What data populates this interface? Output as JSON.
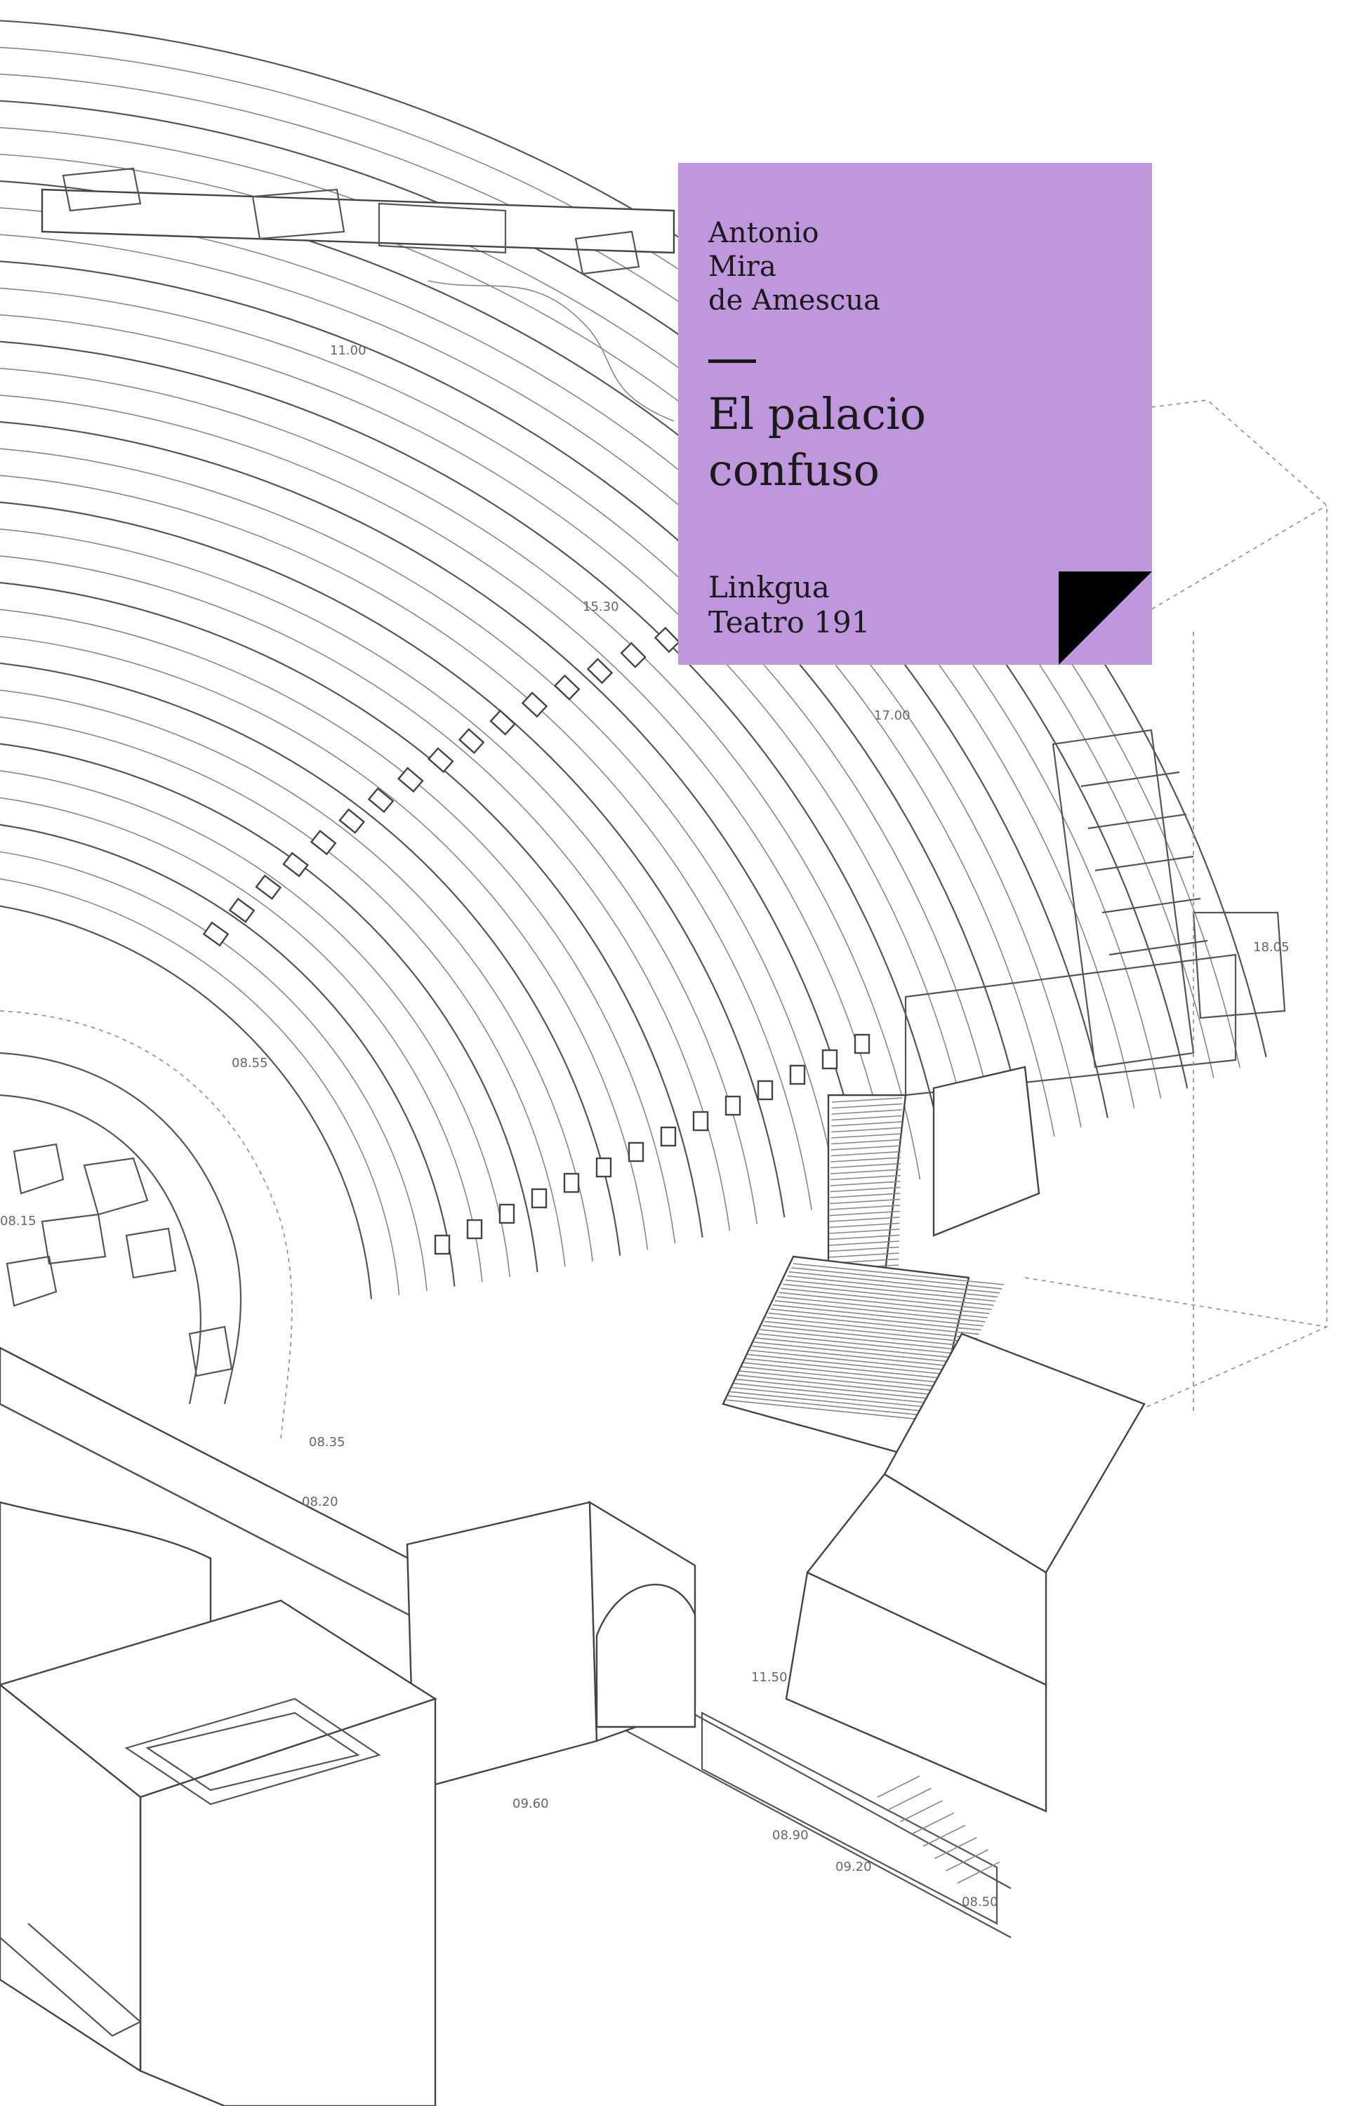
{
  "cover": {
    "author_lines": [
      "Antonio",
      "Mira",
      "de Amescua"
    ],
    "title_lines": [
      "El palacio",
      "confuso"
    ],
    "publisher_lines": [
      "Linkgua",
      "Teatro 191"
    ],
    "label_color": "#be97dd",
    "corner_color": "#000000"
  },
  "drawing": {
    "subject": "roman-theatre-plan-icon",
    "elevation_marks": [
      "11.00",
      "15.30",
      "17.00",
      "18.05",
      "08.55",
      "08.15",
      "08.35",
      "08.20",
      "11.50",
      "09.60",
      "08.90",
      "09.20",
      "08.50"
    ]
  }
}
